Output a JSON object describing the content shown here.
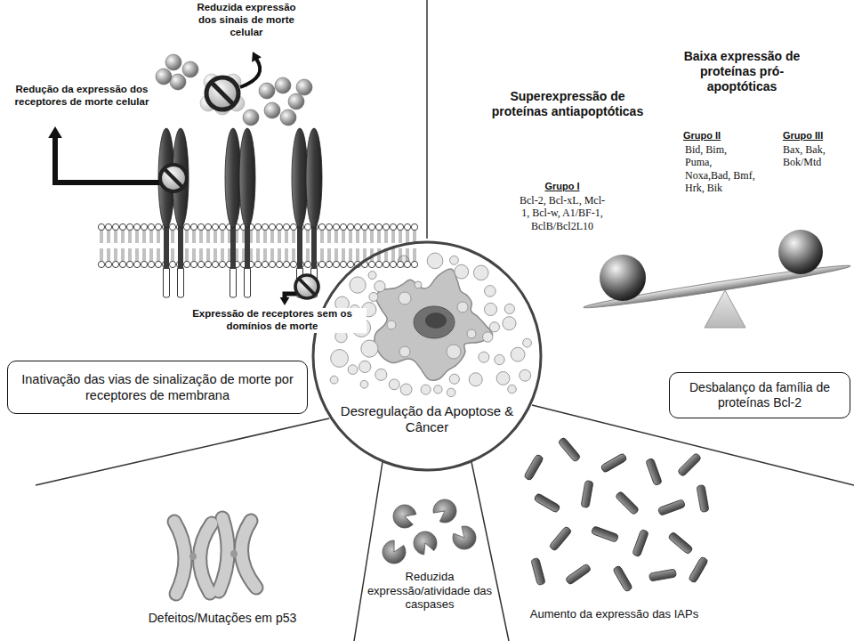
{
  "diagram": {
    "nodes": [
      {
        "text": [
          "Inativação das vias de sinalização de morte por receptores de membrana"
        ]
      },
      {
        "text": [
          "Desregulação da Apoptose & Câncer"
        ]
      },
      {
        "text": [
          "Desbalanço da família de proteínas Bcl-2"
        ]
      }
    ],
    "labels": [
      "Reduzida expressão dos sinais de morte celular",
      "Redução da expressão dos receptores de morte celular",
      "Expressão de receptores sem os domínios de morte",
      "Superexpressão de proteínas antiapoptóticas",
      "Baixa expressão de proteínas pró-apoptóticas",
      "Grupo I",
      "Bcl-2, Bcl-xL, Mcl-1, Bcl-w, A1/BF-1, BclB/Bcl2L10",
      "Grupo II",
      "Bid, Bim, Puma, Noxa,Bad, Bmf, Hrk, Bik",
      "Grupo III",
      "Bax, Bak, Bok/Mtd",
      "Defeitos/Mutações em p53",
      "Reduzida expressão/atividade das caspases",
      "Aumento da expressão das IAPs"
    ]
  }
}
